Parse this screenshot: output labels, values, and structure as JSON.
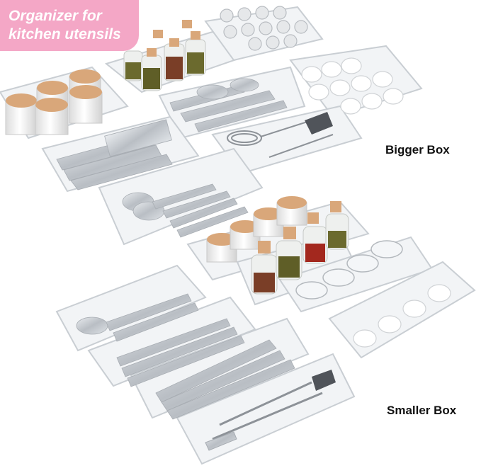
{
  "badge": {
    "line1": "Organizer for",
    "line2": "kitchen utensils",
    "color": "#f4a7c6"
  },
  "labels": {
    "bigger": "Bigger Box",
    "smaller": "Smaller Box"
  },
  "colors": {
    "tray_edge": "#c9ced3",
    "tray_fill": "#f2f4f6",
    "cork": "#d9a77a",
    "jar": "#f3f3f3",
    "spice": "#6b6a2e",
    "metal": "#b8bcc1"
  }
}
